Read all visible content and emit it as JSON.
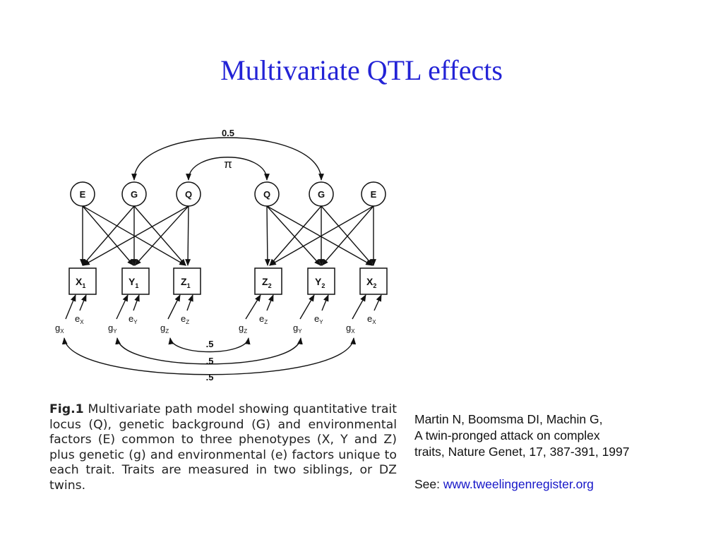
{
  "slide": {
    "title": "Multivariate QTL effects"
  },
  "diagram": {
    "top_label": "0.5",
    "pi_label": "π",
    "factors_left": [
      "E",
      "G",
      "Q"
    ],
    "factors_right": [
      "Q",
      "G",
      "E"
    ],
    "traits_left": [
      {
        "letter": "X",
        "sub": "1"
      },
      {
        "letter": "Y",
        "sub": "1"
      },
      {
        "letter": "Z",
        "sub": "1"
      }
    ],
    "traits_right": [
      {
        "letter": "Z",
        "sub": "2"
      },
      {
        "letter": "Y",
        "sub": "2"
      },
      {
        "letter": "X",
        "sub": "2"
      }
    ],
    "residuals_left": [
      {
        "g": "g",
        "g_sub": "X",
        "e": "e",
        "e_sub": "X"
      },
      {
        "g": "g",
        "g_sub": "Y",
        "e": "e",
        "e_sub": "Y"
      },
      {
        "g": "g",
        "g_sub": "Z",
        "e": "e",
        "e_sub": "Z"
      }
    ],
    "residuals_right": [
      {
        "g": "g",
        "g_sub": "Z",
        "e": "e",
        "e_sub": "Z"
      },
      {
        "g": "g",
        "g_sub": "Y",
        "e": "e",
        "e_sub": "Y"
      },
      {
        "g": "g",
        "g_sub": "X",
        "e": "e",
        "e_sub": "X"
      }
    ],
    "bottom_labels": [
      ".5",
      ".5",
      ".5"
    ]
  },
  "caption": {
    "lead": "Fig.1",
    "text": " Multivariate path model showing quantitative trait locus (Q), genetic background (G) and environmental factors (E) common to three phenotypes (X, Y and Z) plus genetic (g) and environmental (e) factors unique to each trait. Traits are measured in two siblings, or DZ twins."
  },
  "citation": {
    "line1": "Martin N, Boomsma DI, Machin G,",
    "line2": "A twin-pronged attack on complex",
    "line3": "traits, Nature Genet, 17, 387-391, 1997",
    "see_label": "See: ",
    "link": "www.tweelingenregister.org"
  },
  "colors": {
    "title": "#2323d6",
    "link": "#1515c8",
    "text": "#111111"
  }
}
